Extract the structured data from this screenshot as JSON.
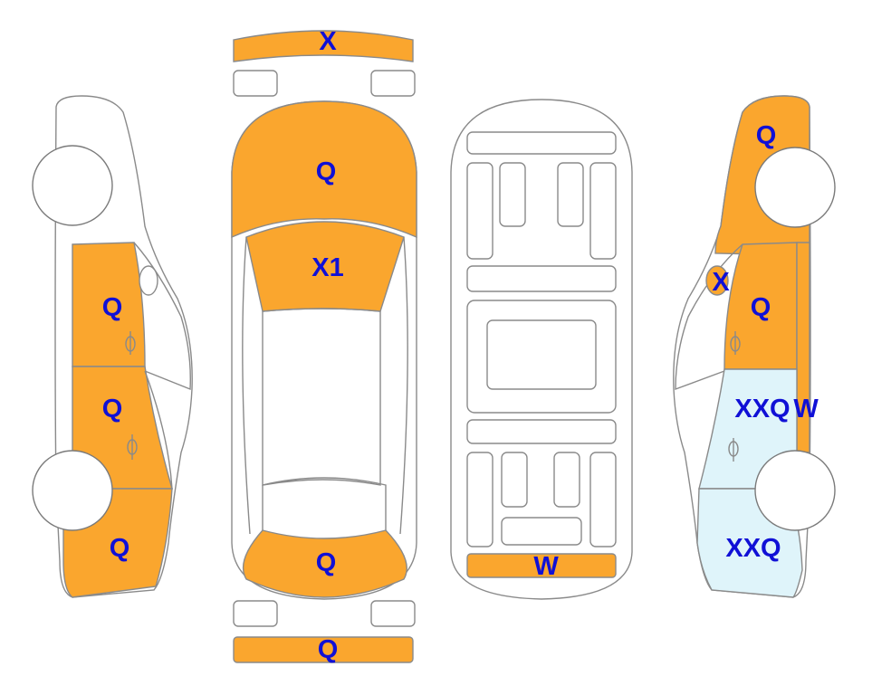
{
  "colors": {
    "painted": "#FAA62E",
    "light": "#DFF4FA",
    "label": "#1010D6",
    "outline": "#8a8a8a"
  },
  "labels": {
    "front_bumper": "X",
    "hood": "Q",
    "windshield": "X1",
    "rear_top": "Q",
    "rear_bumper": "Q",
    "trunk_floor": "W",
    "left_front_door": "Q",
    "left_rear_door": "Q",
    "left_rear_quarter": "Q",
    "right_front_fender": "Q",
    "right_mirror": "X",
    "right_front_door": "Q",
    "right_rear_door": "XXQ",
    "right_rear_door_extra": "W",
    "right_rear_quarter": "XXQ"
  }
}
